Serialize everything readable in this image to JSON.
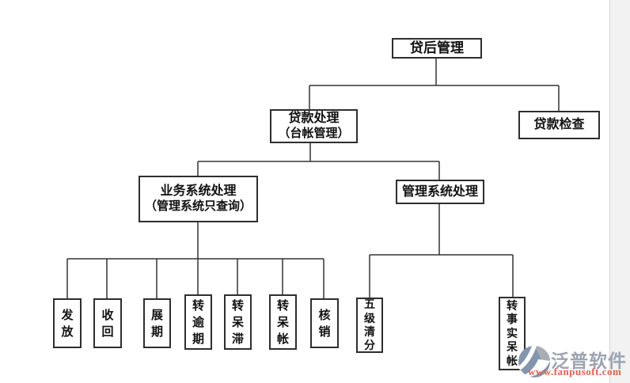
{
  "diagram": {
    "root": {
      "label": "贷后管理"
    },
    "loan_processing": {
      "line1": "贷款处理",
      "line2": "（台帐管理）"
    },
    "loan_inspection": {
      "label": "贷款检查"
    },
    "business_system": {
      "line1": "业务系统处理",
      "line2": "（管理系统只查询）"
    },
    "management_system": {
      "label": "管理系统处理"
    },
    "business_leaves": [
      {
        "label": "发放"
      },
      {
        "label": "收回"
      },
      {
        "label": "展期"
      },
      {
        "label": "转逾期"
      },
      {
        "label": "转呆滞"
      },
      {
        "label": "转呆帐"
      },
      {
        "label": "核销"
      }
    ],
    "management_leaves": [
      {
        "label": "五级清分"
      },
      {
        "label": "转事实呆帐"
      }
    ]
  },
  "watermark": {
    "brand": "泛普软件",
    "url": "www.fanpusoft.com",
    "brand_color": "#9ca4b2",
    "url_color": "#e2604f",
    "logo_blue": "#8495ae",
    "logo_gray": "#a9aeb6"
  }
}
